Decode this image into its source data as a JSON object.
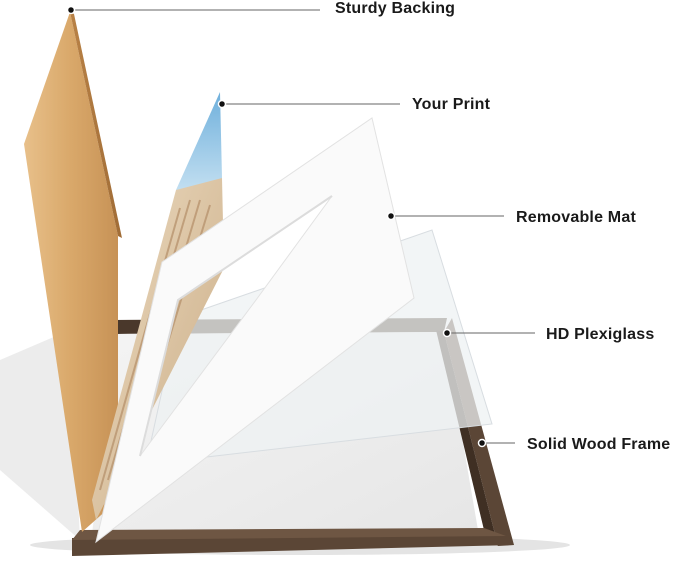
{
  "labels": {
    "backing": "Sturdy Backing",
    "print": "Your Print",
    "mat": "Removable Mat",
    "plexiglass": "HD Plexiglass",
    "frame": "Solid Wood Frame"
  },
  "colors": {
    "backing": "#d9a86a",
    "frame": "#5b4636",
    "mat": "#fafafa",
    "plexiglass": "#eef1f3",
    "print_sky": "#8fc3e3",
    "print_building": "#e3cfb0",
    "leader_line": "#666666",
    "text": "#1a1a1a"
  }
}
